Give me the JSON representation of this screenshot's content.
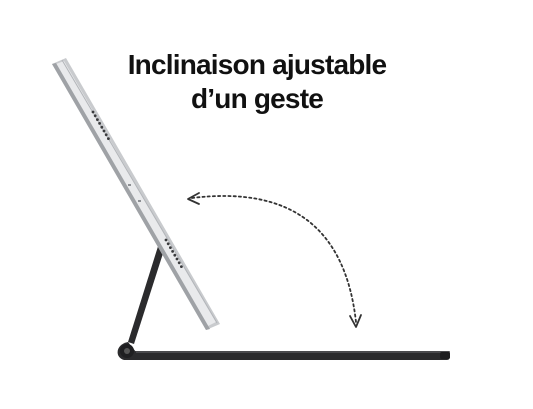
{
  "headline": {
    "line1": "Inclinaison ajustable",
    "line2": "d’un geste"
  },
  "icons": {
    "ipad": "ipad-side-profile-illustration",
    "keyboard": "magic-keyboard-base-illustration",
    "arrow": "curved-double-arrow-icon"
  },
  "colors": {
    "background": "#ffffff",
    "text": "#111111",
    "keyboard": "#2b2b2d",
    "ipad_frame": "#c9cbce",
    "ipad_screen": "#e9eaec",
    "speaker": "#3a3b3d",
    "arrow": "#333333"
  }
}
